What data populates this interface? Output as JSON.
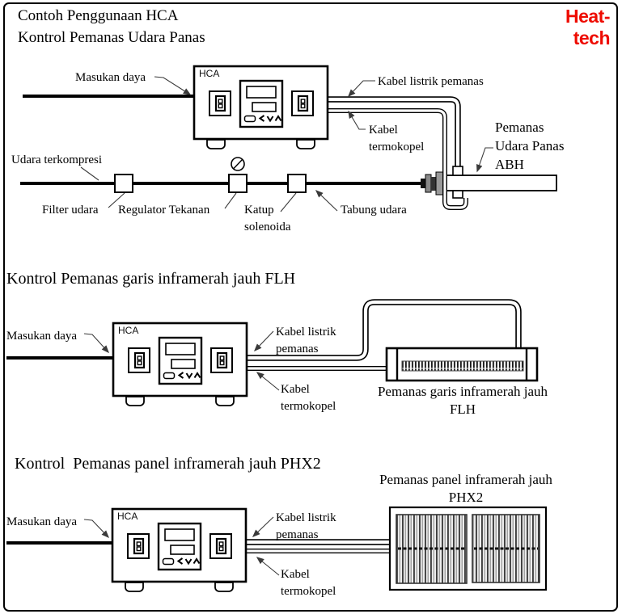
{
  "page": {
    "title_line1": "Contoh Penggunaan HCA",
    "title_line2": "Kontrol Pemanas Udara Panas",
    "brand": "Heat-tech",
    "brand_color": "#ee0b00",
    "line_color": "#000000"
  },
  "controller": {
    "label": "HCA",
    "button_icons": [
      "stop-button-icon",
      "left-arrow-icon",
      "down-arrow-icon",
      "up-arrow-icon"
    ]
  },
  "sections": {
    "hot_air": {
      "power_input_label": "Masukan daya",
      "controller_label": "HCA",
      "heater_cable_label": "Kabel listrik pemanas",
      "thermocouple_cable_label": "Kabel\ntermokopel",
      "heater_name": "Pemanas\nUdara Panas\nABH",
      "compressed_air_label": "Udara terkompresi",
      "air_filter_label": "Filter udara",
      "pressure_regulator_label": "Regulator Tekanan",
      "solenoid_valve_label": "Katup\nsolenoida",
      "air_tube_label": "Tabung udara"
    },
    "line_heater": {
      "title": "Kontrol Pemanas garis inframerah jauh FLH",
      "power_input_label": "Masukan daya",
      "controller_label": "HCA",
      "heater_cable_label": "Kabel listrik\npemanas",
      "thermocouple_cable_label": "Kabel\ntermokopel",
      "heater_name": "Pemanas garis inframerah jauh\nFLH"
    },
    "panel_heater": {
      "title": "Kontrol  Pemanas panel inframerah jauh PHX2",
      "power_input_label": "Masukan daya",
      "controller_label": "HCA",
      "heater_cable_label": "Kabel listrik\npemanas",
      "thermocouple_cable_label": "Kabel\ntermokopel",
      "heater_name": "Pemanas panel inframerah jauh\nPHX2"
    }
  }
}
